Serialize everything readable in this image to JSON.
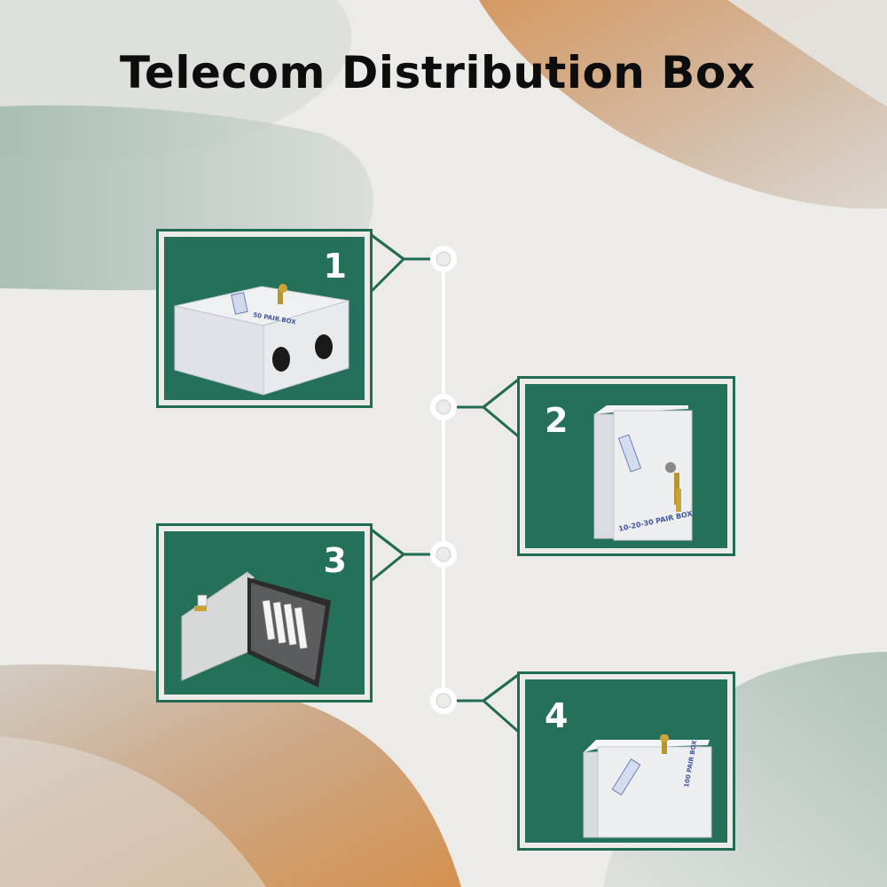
{
  "title": "Telecom Distribution Box",
  "items": [
    {
      "number": "1",
      "box_label": "50 PAIR BOX"
    },
    {
      "number": "2",
      "box_label": "10-20-30 PAIR BOX"
    },
    {
      "number": "3",
      "box_label": ""
    },
    {
      "number": "4",
      "box_label": "100 PAIR BOX"
    }
  ],
  "colors": {
    "card_green": "#25705a",
    "card_border": "#1f6b54",
    "background": "#edebe8",
    "accent_teal": "#a9bfb6",
    "accent_orange": "#d18a4a",
    "title_text": "#0d0d0d"
  }
}
